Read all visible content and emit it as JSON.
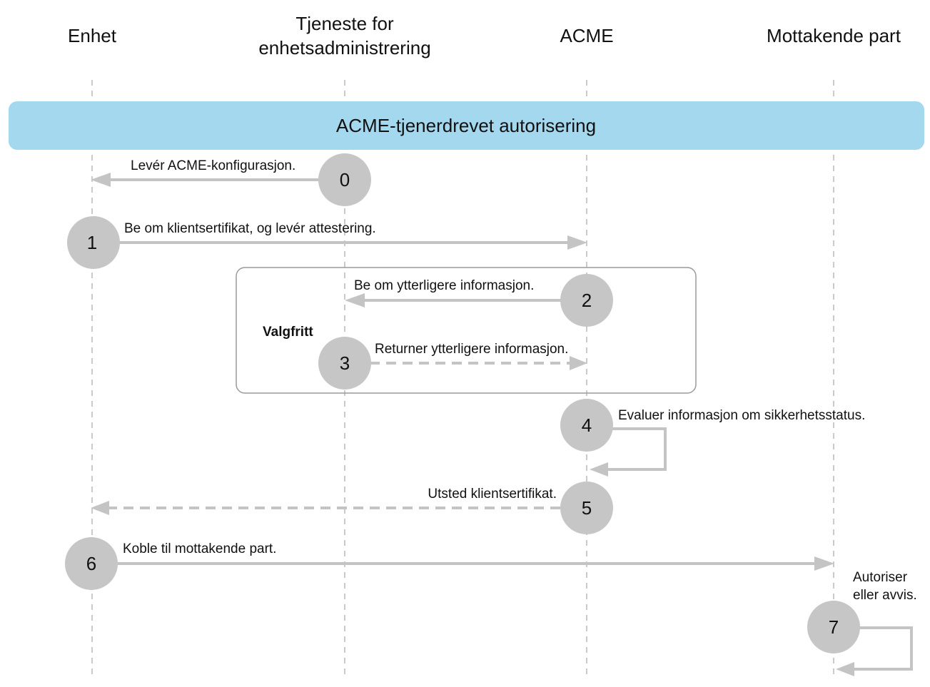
{
  "participants": {
    "device": "Enhet",
    "mdm_line1": "Tjeneste for",
    "mdm_line2": "enhetsadministrering",
    "acme": "ACME",
    "relying_party": "Mottakende part"
  },
  "banner": {
    "label": "ACME-tjenerdrevet autorisering",
    "color": "#a3d8ee"
  },
  "optional_box": {
    "label": "Valgfritt"
  },
  "steps": [
    {
      "number": "0",
      "label": "Levér ACME-konfigurasjon."
    },
    {
      "number": "1",
      "label": "Be om klientsertifikat, og levér attestering."
    },
    {
      "number": "2",
      "label": "Be om ytterligere informasjon."
    },
    {
      "number": "3",
      "label": "Returner ytterligere informasjon."
    },
    {
      "number": "4",
      "label": "Evaluer informasjon om sikkerhetsstatus."
    },
    {
      "number": "5",
      "label": "Utsted klientsertifikat."
    },
    {
      "number": "6",
      "label": "Koble til mottakende part."
    },
    {
      "number": "7",
      "label_line1": "Autoriser",
      "label_line2": "eller avvis."
    }
  ]
}
